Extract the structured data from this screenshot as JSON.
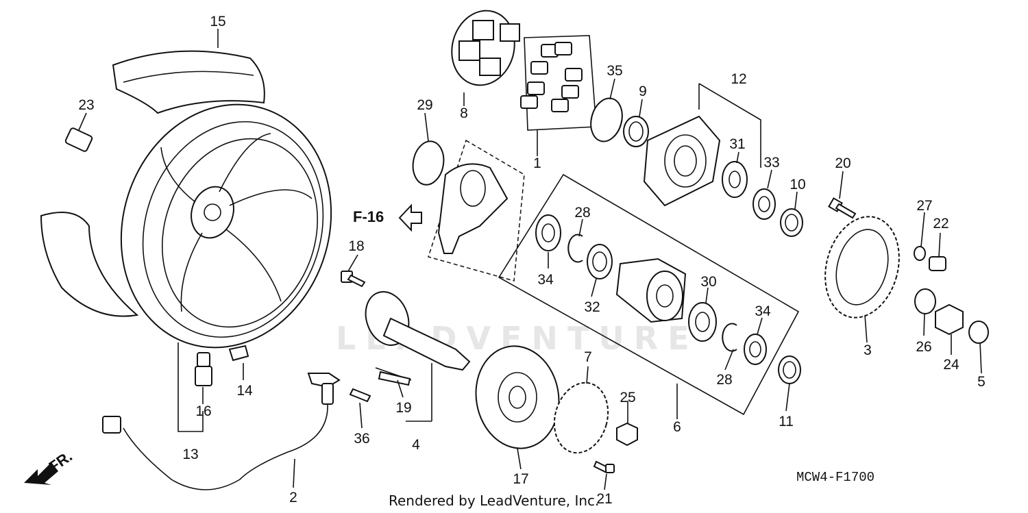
{
  "diagram": {
    "reference_label": "F-16",
    "front_label": "FR.",
    "diagram_code": "MCW4-F1700",
    "render_credit": "Rendered by LeadVenture, Inc.",
    "watermark": "LEADVENTURE",
    "callouts": {
      "c1": "1",
      "c2": "2",
      "c3": "3",
      "c4": "4",
      "c5": "5",
      "c6": "6",
      "c7": "7",
      "c8": "8",
      "c9": "9",
      "c10": "10",
      "c11": "11",
      "c12": "12",
      "c13": "13",
      "c14": "14",
      "c15": "15",
      "c16": "16",
      "c17": "17",
      "c18": "18",
      "c19": "19",
      "c20": "20",
      "c21": "21",
      "c22": "22",
      "c23": "23",
      "c24": "24",
      "c25": "25",
      "c26": "26",
      "c27": "27",
      "c28a": "28",
      "c28b": "28",
      "c29": "29",
      "c30": "30",
      "c31": "31",
      "c32": "32",
      "c33": "33",
      "c34a": "34",
      "c34b": "34",
      "c35": "35",
      "c36": "36"
    }
  }
}
